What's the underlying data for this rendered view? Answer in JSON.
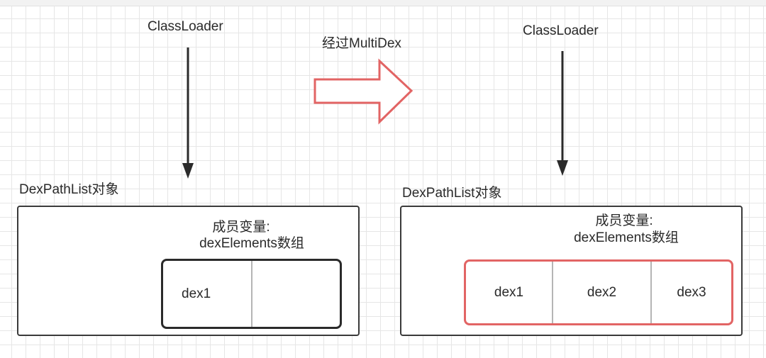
{
  "left": {
    "classloader_label": "ClassLoader",
    "object_label": "DexPathList对象",
    "member_label_line1": "成员变量:",
    "member_label_line2": "dexElements数组",
    "cells": [
      "dex1",
      ""
    ]
  },
  "transition": {
    "label": "经过MultiDex"
  },
  "right": {
    "classloader_label": "ClassLoader",
    "object_label": "DexPathList对象",
    "member_label_line1": "成员变量:",
    "member_label_line2": "dexElements数组",
    "cells": [
      "dex1",
      "dex2",
      "dex3"
    ]
  },
  "colors": {
    "highlight_red": "#e26464",
    "stroke_dark": "#2a2a2a",
    "grid": "#e6e6e6"
  }
}
